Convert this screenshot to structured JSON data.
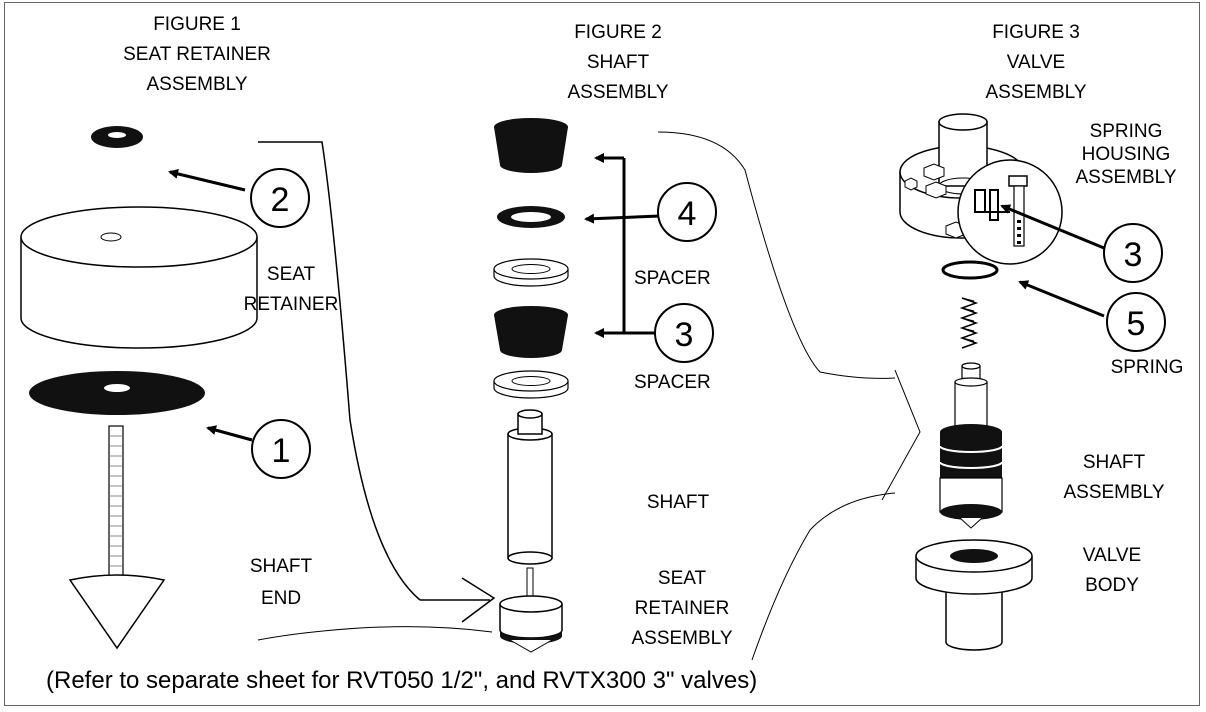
{
  "figures": [
    {
      "lines": [
        "FIGURE 1",
        "SEAT RETAINER",
        "ASSEMBLY"
      ]
    },
    {
      "lines": [
        "FIGURE 2",
        "SHAFT",
        "ASSEMBLY"
      ]
    },
    {
      "lines": [
        "FIGURE 3",
        "VALVE",
        "ASSEMBLY"
      ]
    }
  ],
  "labels": {
    "seat_retainer": [
      "SEAT",
      "RETAINER"
    ],
    "shaft_end": [
      "SHAFT",
      "END"
    ],
    "spacer_1": "SPACER",
    "spacer_2": "SPACER",
    "shaft": "SHAFT",
    "seat_retainer_assembly": [
      "SEAT",
      "RETAINER",
      "ASSEMBLY"
    ],
    "spring_housing_assembly": [
      "SPRING",
      "HOUSING",
      "ASSEMBLY"
    ],
    "spring": "SPRING",
    "shaft_assembly": [
      "SHAFT",
      "ASSEMBLY"
    ],
    "valve_body": [
      "VALVE",
      "BODY"
    ]
  },
  "callouts": {
    "fig1_top": "2",
    "fig1_bottom": "1",
    "fig2_top": "4",
    "fig2_bottom": "3",
    "fig3_top": "3",
    "fig3_bottom": "5"
  },
  "caption": "(Refer to separate sheet for RVT050 1/2\", and RVTX300 3\" valves)"
}
